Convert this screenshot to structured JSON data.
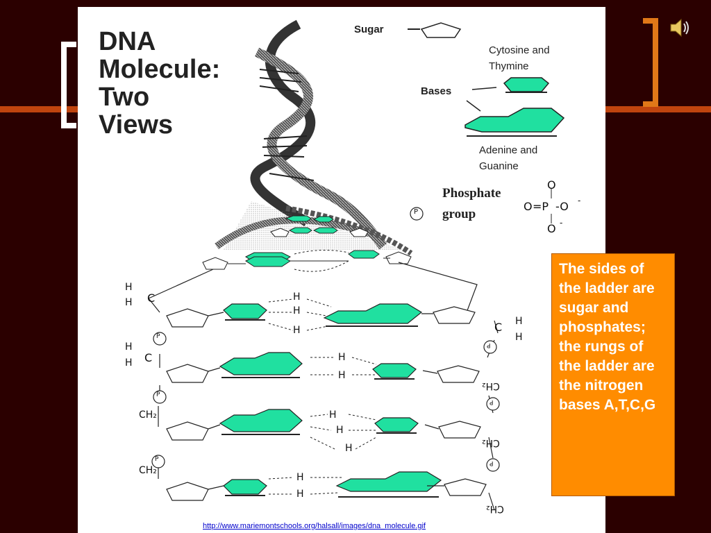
{
  "title": {
    "line1": "DNA",
    "line2": "Molecule:",
    "line3": "Two",
    "line4": "Views"
  },
  "legend": {
    "sugar": "Sugar",
    "bases": "Bases",
    "cytosine_thymine_1": "Cytosine and",
    "cytosine_thymine_2": "Thymine",
    "adenine_guanine_1": "Adenine and",
    "adenine_guanine_2": "Guanine",
    "phosphate_1": "Phosphate",
    "phosphate_2": "group",
    "phosphate_symbol": "P",
    "o_top": "O",
    "o_left": "O",
    "eq_p": "=P",
    "dash_o": "-O",
    "o_bottom": "O",
    "minus_1": "-",
    "minus_2": "-"
  },
  "chem_labels": {
    "H": "H",
    "C": "C",
    "P": "P",
    "CH2": "CH₂",
    "CH2_rot": "CH₂"
  },
  "source_url": "http://www.mariemontschools.org/halsall/images/dna_molecule.gif",
  "callout": {
    "text": "The sides of the ladder are sugar and phosphates; the rungs of the ladder are the nitrogen bases A,T,C,G"
  },
  "colors": {
    "background": "#2b0000",
    "accent_line": "#c0440e",
    "callout_bg": "#ff8c00",
    "base_fill": "#20e0a0",
    "link": "#0000cc"
  },
  "icons": [
    "speaker-icon"
  ]
}
